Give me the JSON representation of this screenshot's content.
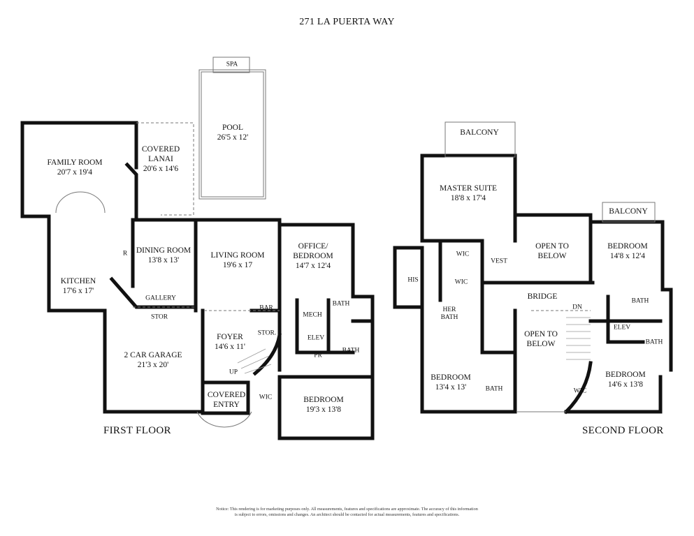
{
  "title": "271 LA PUERTA WAY",
  "floors": {
    "first": {
      "label": "FIRST FLOOR",
      "rooms": [
        {
          "name": "FAMILY ROOM",
          "dim": "20'7 x 19'4"
        },
        {
          "name": "COVERED LANAI",
          "dim": "20'6 x 14'6"
        },
        {
          "name": "POOL",
          "dim": "26'5 x 12'"
        },
        {
          "name": "SPA",
          "dim": ""
        },
        {
          "name": "DINING ROOM",
          "dim": "13'8 x 13'"
        },
        {
          "name": "LIVING ROOM",
          "dim": "19'6 x 17"
        },
        {
          "name": "OFFICE/ BEDROOM",
          "dim": "14'7 x 12'4"
        },
        {
          "name": "KITCHEN",
          "dim": "17'6 x 17'"
        },
        {
          "name": "GALLERY",
          "dim": ""
        },
        {
          "name": "BAR",
          "dim": ""
        },
        {
          "name": "MECH",
          "dim": ""
        },
        {
          "name": "BATH",
          "dim": ""
        },
        {
          "name": "STOR",
          "dim": ""
        },
        {
          "name": "FOYER",
          "dim": "14'6 x 11'"
        },
        {
          "name": "STOR.",
          "dim": ""
        },
        {
          "name": "ELEV",
          "dim": ""
        },
        {
          "name": "PR",
          "dim": ""
        },
        {
          "name": "BATH",
          "dim": ""
        },
        {
          "name": "2 CAR GARAGE",
          "dim": "21'3 x 20'"
        },
        {
          "name": "UP",
          "dim": ""
        },
        {
          "name": "COVERED ENTRY",
          "dim": ""
        },
        {
          "name": "WIC",
          "dim": ""
        },
        {
          "name": "BEDROOM",
          "dim": "19'3 x 13'8"
        },
        {
          "name": "R",
          "dim": ""
        }
      ]
    },
    "second": {
      "label": "SECOND FLOOR",
      "rooms": [
        {
          "name": "BALCONY",
          "dim": ""
        },
        {
          "name": "MASTER SUITE",
          "dim": "18'8 x 17'4"
        },
        {
          "name": "WIC",
          "dim": ""
        },
        {
          "name": "VEST",
          "dim": ""
        },
        {
          "name": "HIS",
          "dim": ""
        },
        {
          "name": "WIC",
          "dim": ""
        },
        {
          "name": "HER BATH",
          "dim": ""
        },
        {
          "name": "OPEN TO BELOW",
          "dim": ""
        },
        {
          "name": "BALCONY",
          "dim": ""
        },
        {
          "name": "BEDROOM",
          "dim": "14'8 x 12'4"
        },
        {
          "name": "BRIDGE",
          "dim": ""
        },
        {
          "name": "DN",
          "dim": ""
        },
        {
          "name": "BATH",
          "dim": ""
        },
        {
          "name": "ELEV",
          "dim": ""
        },
        {
          "name": "BATH",
          "dim": ""
        },
        {
          "name": "OPEN TO BELOW",
          "dim": ""
        },
        {
          "name": "BEDROOM",
          "dim": "13'4 x 13'"
        },
        {
          "name": "BATH",
          "dim": ""
        },
        {
          "name": "WIC",
          "dim": ""
        },
        {
          "name": "BEDROOM",
          "dim": "14'6 x 13'8"
        }
      ]
    }
  },
  "notice": {
    "line1": "Notice: This rendering is for marketing purposes only. All measurements, features and specifications are approximate. The accuracy of this information",
    "line2": "is subject to errors, omissions and changes. An architect should be contacted for actual measurements, features and specifications."
  }
}
